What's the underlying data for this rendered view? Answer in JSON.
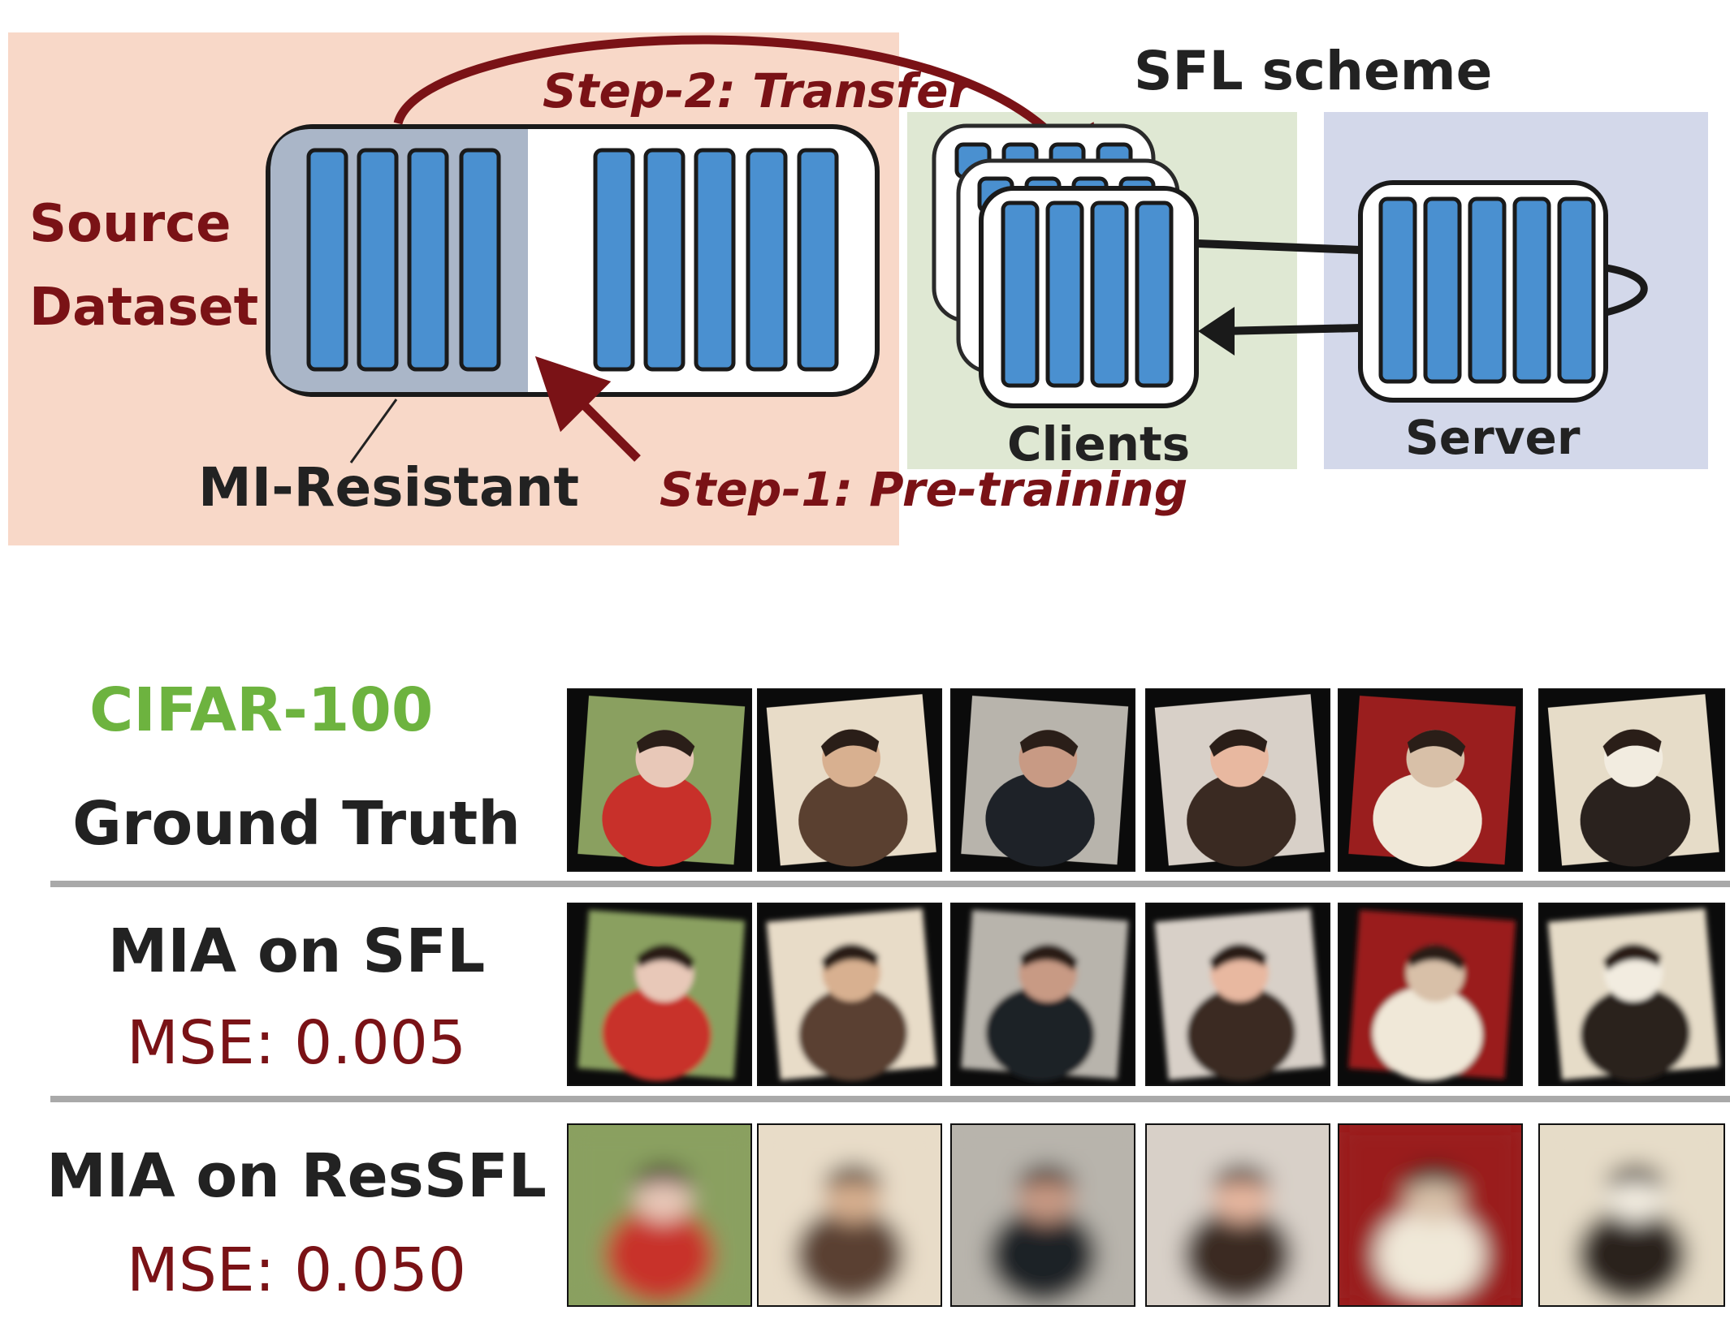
{
  "diagram": {
    "source_dataset_line1": "Source",
    "source_dataset_line2": "Dataset",
    "step2_label": "Step-2: Transfer",
    "step1_label": "Step-1: Pre-training",
    "mi_resistant_label": "MI-Resistant",
    "sfl_scheme_label": "SFL scheme",
    "clients_label": "Clients",
    "server_label": "Server"
  },
  "results": {
    "dataset_name": "CIFAR-100",
    "rows": [
      {
        "label": "Ground Truth",
        "metric": ""
      },
      {
        "label": "MIA on SFL",
        "metric": "MSE: 0.005"
      },
      {
        "label": "MIA on ResSFL",
        "metric": "MSE: 0.050"
      }
    ]
  },
  "colors": {
    "source_bg": "#f8d8c8",
    "clients_bg": "#dfe8d3",
    "server_bg": "#d3d8ea",
    "bar_blue": "#4a90d0",
    "maroon": "#7a1216",
    "dataset_green": "#6db33f"
  }
}
